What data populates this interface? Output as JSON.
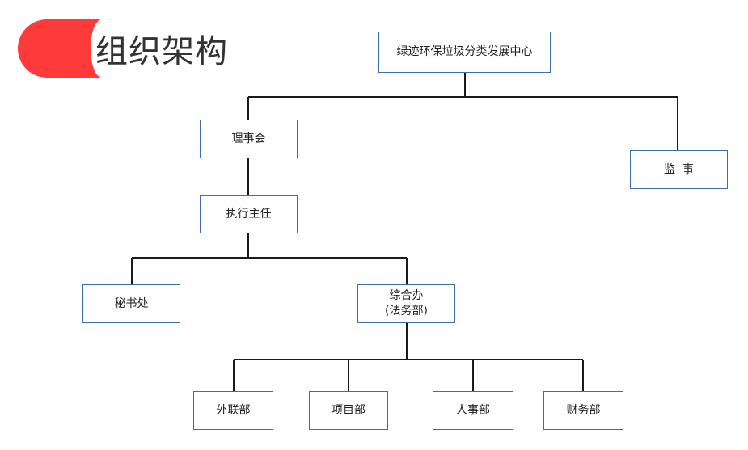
{
  "page_title": "组织架构",
  "colors": {
    "accent": "#ff3a3a",
    "node_border": "#3d6ea7",
    "connector": "#1a1a1a"
  },
  "nodes": {
    "root": "绿迹环保垃圾分类发展中心",
    "council": "理事会",
    "supervisor": "监  事",
    "executive_director": "执行主任",
    "secretariat": "秘书处",
    "general_office": "综合办\n(法务部)",
    "external_relations": "外联部",
    "projects": "项目部",
    "hr": "人事部",
    "finance": "财务部"
  }
}
